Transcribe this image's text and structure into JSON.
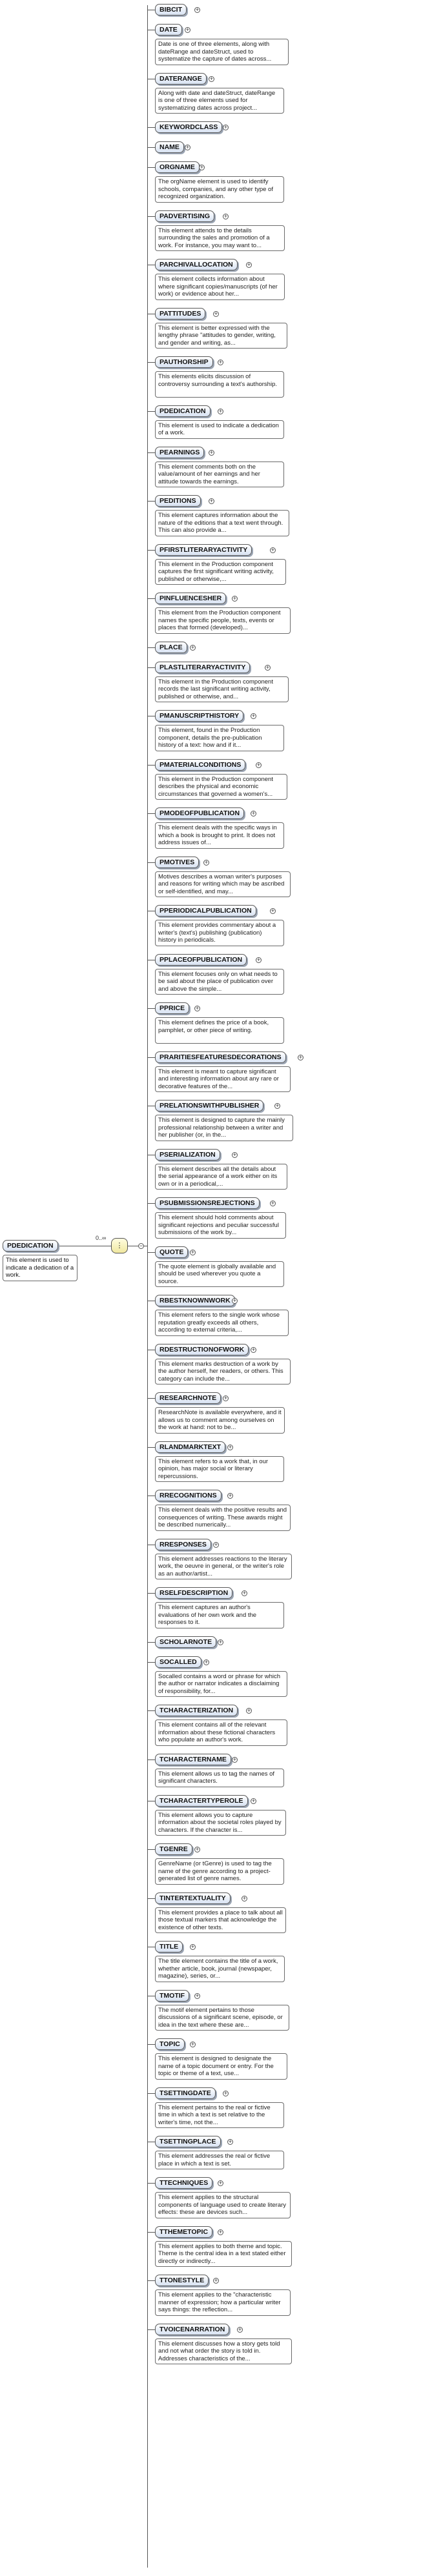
{
  "root": {
    "name": "PDEDICATION",
    "doc": "This element is used to indicate a dedication of a work.",
    "multiplicity": "0..∞",
    "choice_icon": "choice-compositor-icon"
  },
  "elements": [
    {
      "name": "BIBCIT",
      "doc": ""
    },
    {
      "name": "DATE",
      "doc": "Date is one of three elements, along with dateRange and dateStruct, used to systematize the capture of dates across..."
    },
    {
      "name": "DATERANGE",
      "doc": "Along with date and dateStruct, dateRange is one of three elements used for systematizing dates across project..."
    },
    {
      "name": "KEYWORDCLASS",
      "doc": ""
    },
    {
      "name": "NAME",
      "doc": ""
    },
    {
      "name": "ORGNAME",
      "doc": "The orgName element is used to identify schools, companies, and any other type of recognized organization."
    },
    {
      "name": "PADVERTISING",
      "doc": "This element attends to the details surrounding the sales and promotion of a work. For instance, you may want to..."
    },
    {
      "name": "PARCHIVALLOCATION",
      "doc": "This element collects information about where significant copies/manuscripts (of her work) or evidence about her..."
    },
    {
      "name": "PATTITUDES",
      "doc": "This element is better expressed with the lengthy phrase \"attitudes to gender, writing, and gender and writing, as..."
    },
    {
      "name": "PAUTHORSHIP",
      "doc": "This elements elicits discussion of controversy surrounding a text's authorship."
    },
    {
      "name": "PDEDICATION",
      "doc": "This element is used to indicate a dedication of a work."
    },
    {
      "name": "PEARNINGS",
      "doc": "This element comments both on the value/amount of her earnings and her attitude towards the earnings."
    },
    {
      "name": "PEDITIONS",
      "doc": "This element captures information about the nature of the editions that a text went through. This can also provide a..."
    },
    {
      "name": "PFIRSTLITERARYACTIVITY",
      "doc": "This element in the Production component captures the first significant writing activity, published or otherwise,..."
    },
    {
      "name": "PINFLUENCESHER",
      "doc": "This element from the Production component names the specific people, texts, events or places that formed (developed)..."
    },
    {
      "name": "PLACE",
      "doc": ""
    },
    {
      "name": "PLASTLITERARYACTIVITY",
      "doc": "This element in the Production component records the last significant writing activity, published or otherwise, and..."
    },
    {
      "name": "PMANUSCRIPTHISTORY",
      "doc": "This element, found in the Production component, details the pre-publication history of a text: how and if it..."
    },
    {
      "name": "PMATERIALCONDITIONS",
      "doc": "This element in the Production component describes the physical and economic circumstances that governed a women's..."
    },
    {
      "name": "PMODEOFPUBLICATION",
      "doc": "This element deals with the specific ways in which a book is brought to print. It does not address issues of..."
    },
    {
      "name": "PMOTIVES",
      "doc": "Motives describes a woman writer's purposes and reasons for writing which may be ascribed or self-identified, and may..."
    },
    {
      "name": "PPERIODICALPUBLICATION",
      "doc": "This element provides commentary about a writer's (text's) publishing (publication) history in periodicals."
    },
    {
      "name": "PPLACEOFPUBLICATION",
      "doc": "This element focuses only on what needs to be said about the place of publication over and above the simple..."
    },
    {
      "name": "PPRICE",
      "doc": "This element defines the price of a book, pamphlet, or other piece of writing."
    },
    {
      "name": "PRARITIESFEATURESDECORATIONS",
      "doc": "This element is meant to capture significant and interesting information about any rare or decorative features of the..."
    },
    {
      "name": "PRELATIONSWITHPUBLISHER",
      "doc": "This element is designed to capture the mainly professional relationship between a writer and her publisher (or, in the..."
    },
    {
      "name": "PSERIALIZATION",
      "doc": "This element describes all the details about the serial appearance of a work either on its own or in a periodical,..."
    },
    {
      "name": "PSUBMISSIONSREJECTIONS",
      "doc": "This element should hold comments about significant rejections and peculiar successful submissions of the work by..."
    },
    {
      "name": "QUOTE",
      "doc": "The quote element is globally available and should be used wherever you quote a source."
    },
    {
      "name": "RBESTKNOWNWORK",
      "doc": "This element refers to the single work whose reputation greatly exceeds all others, according to external criteria,..."
    },
    {
      "name": "RDESTRUCTIONOFWORK",
      "doc": "This element marks destruction of a work by the author herself, her readers, or others. This category can include the..."
    },
    {
      "name": "RESEARCHNOTE",
      "doc": "ResearchNote is available everywhere, and it allows us to comment among ourselves on the work at hand: not to be..."
    },
    {
      "name": "RLANDMARKTEXT",
      "doc": "This element refers to a work that, in our opinion, has major social or literary repercussions."
    },
    {
      "name": "RRECOGNITIONS",
      "doc": "This element deals with the positive results and consequences of writing. These awards might be described numerically..."
    },
    {
      "name": "RRESPONSES",
      "doc": "This element addresses reactions to the literary work, the oeuvre in general, or the writer's role as an author/artist..."
    },
    {
      "name": "RSELFDESCRIPTION",
      "doc": "This element captures an author's evaluations of her own work and the responses to it."
    },
    {
      "name": "SCHOLARNOTE",
      "doc": ""
    },
    {
      "name": "SOCALLED",
      "doc": "Socalled contains a word or phrase for which the author or narrator indicates a disclaiming of responsibility, for..."
    },
    {
      "name": "TCHARACTERIZATION",
      "doc": "This element contains all of the relevant information about these fictional characters who populate an author's work."
    },
    {
      "name": "TCHARACTERNAME",
      "doc": "This element allows us to tag the names of significant characters."
    },
    {
      "name": "TCHARACTERTYPEROLE",
      "doc": "This element allows you to capture information about the societal roles played by characters. If the character is..."
    },
    {
      "name": "TGENRE",
      "doc": "GenreName (or tGenre) is used to tag the name of the genre according to a project-generated list of genre names."
    },
    {
      "name": "TINTERTEXTUALITY",
      "doc": "This element provides a place to talk about all those textual markers that acknowledge the existence of other texts."
    },
    {
      "name": "TITLE",
      "doc": "The title element contains the title of a work, whether article, book, journal (newspaper, magazine), series, or..."
    },
    {
      "name": "TMOTIF",
      "doc": "The motif element pertains to those discussions of a significant scene, episode, or idea in the text where these are..."
    },
    {
      "name": "TOPIC",
      "doc": "This element is designed to designate the name of a topic document or entry. For the topic or theme of a text, use..."
    },
    {
      "name": "TSETTINGDATE",
      "doc": "This element pertains to the real or fictive time in which a text is set relative to the writer's time, not the..."
    },
    {
      "name": "TSETTINGPLACE",
      "doc": "This element addresses the real or fictive place in which a text is set."
    },
    {
      "name": "TTECHNIQUES",
      "doc": "This element applies to the structural components of language used to create literary effects: these are devices such..."
    },
    {
      "name": "TTHEMETOPIC",
      "doc": "This element applies to both theme and topic. Theme is the central idea in a text stated either directly or indirectly..."
    },
    {
      "name": "TTONESTYLE",
      "doc": "This element applies to the \"characteristic manner of expression; how a particular writer says things: the reflection..."
    },
    {
      "name": "TVOICENARRATION",
      "doc": "This element discusses how a story gets told and not what order the story is told in. Addresses characteristics of the..."
    }
  ]
}
